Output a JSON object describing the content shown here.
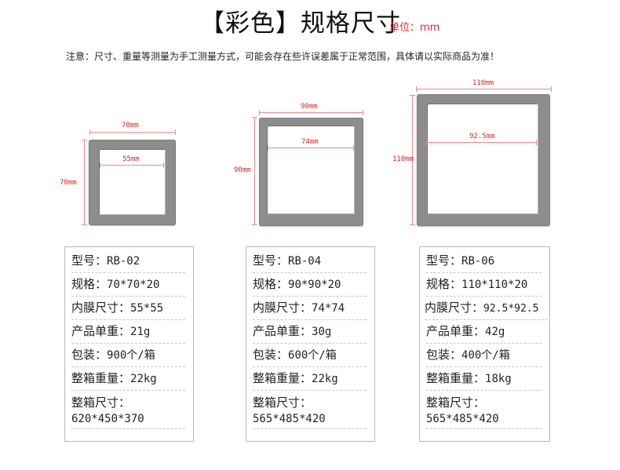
{
  "header": {
    "title": "【彩色】规格尺寸",
    "unit": "单位：mm",
    "notice": "注意：尺寸、重量等测量为手工测量方式，可能会存在些许误差属于正常范围，具体请以实际商品为准！"
  },
  "colors": {
    "accent_red": "#e8262a",
    "frame_gray": "#8d8d8d",
    "dim_line": "#f08a8a"
  },
  "products": [
    {
      "outer_w": "70mm",
      "outer_h": "70mm",
      "inner": "55mm",
      "specs": {
        "model_label": "型号：",
        "model": "RB-02",
        "size_label": "规格：",
        "size": "70*70*20",
        "film_label": "内膜尺寸：",
        "film": "55*55",
        "weight_label": "产品单重：",
        "weight": "21g",
        "pack_label": "包装：",
        "pack": "900个/箱",
        "box_weight_label": "整箱重量：",
        "box_weight": "22kg",
        "box_size_label": "整箱尺寸：",
        "box_size": "620*450*370"
      }
    },
    {
      "outer_w": "90mm",
      "outer_h": "90mm",
      "inner": "74mm",
      "specs": {
        "model_label": "型号：",
        "model": "RB-04",
        "size_label": "规格：",
        "size": "90*90*20",
        "film_label": "内膜尺寸：",
        "film": "74*74",
        "weight_label": "产品单重：",
        "weight": "30g",
        "pack_label": "包装：",
        "pack": "600个/箱",
        "box_weight_label": "整箱重量：",
        "box_weight": "22kg",
        "box_size_label": "整箱尺寸：",
        "box_size": "565*485*420"
      }
    },
    {
      "outer_w": "110mm",
      "outer_h": "110mm",
      "inner": "92.5mm",
      "specs": {
        "model_label": "型号：",
        "model": "RB-06",
        "size_label": "规格：",
        "size": "110*110*20",
        "film_label": "内膜尺寸：",
        "film": "92.5*92.5",
        "weight_label": "产品单重：",
        "weight": "42g",
        "pack_label": "包装：",
        "pack": "400个/箱",
        "box_weight_label": "整箱重量：",
        "box_weight": "18kg",
        "box_size_label": "整箱尺寸：",
        "box_size": "565*485*420"
      }
    }
  ]
}
